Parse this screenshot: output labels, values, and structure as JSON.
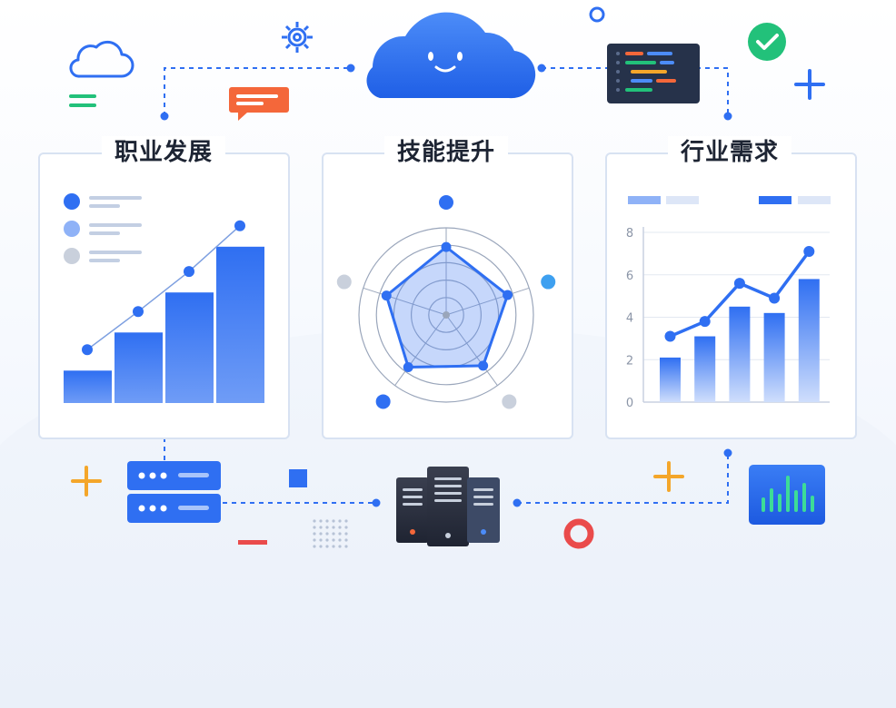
{
  "colors": {
    "primary": "#2f6ff2",
    "primary_light": "#8fb2f7",
    "grey": "#c9d0dc",
    "orange": "#f4a62a",
    "red": "#ea4b4b",
    "green": "#22c17a",
    "dark": "#26324a"
  },
  "panels": [
    {
      "title": "职业发展"
    },
    {
      "title": "技能提升"
    },
    {
      "title": "行业需求"
    }
  ],
  "career_growth": {
    "legend_dots": [
      "primary",
      "primary_light",
      "grey"
    ],
    "bar_levels": [
      0.17,
      0.37,
      0.58,
      0.82
    ],
    "trend_levels": [
      0.28,
      0.48,
      0.69,
      0.93
    ]
  },
  "skill_radar": {
    "axes": 5,
    "levels": [
      0.78,
      0.74,
      0.72,
      0.74,
      0.72
    ]
  },
  "chart_data": {
    "type": "bar",
    "categories": [
      "",
      "",
      "",
      "",
      ""
    ],
    "ylim": [
      0,
      8
    ],
    "yticks": [
      "0",
      "2",
      "4",
      "6",
      "8"
    ],
    "series": [
      {
        "values": [
          2.1,
          3.1,
          4.5,
          4.2,
          5.8
        ]
      },
      {
        "values": [
          3.1,
          3.8,
          5.6,
          4.9,
          7.1
        ]
      }
    ],
    "grid": true
  },
  "icons": [
    "cloud-outline-icon",
    "gear-icon",
    "cloud-mascot-icon",
    "ring-icon",
    "code-window-icon",
    "check-circle-icon",
    "plus-icon",
    "server-rack-icon",
    "server-tower-icon",
    "bar-chart-tile-icon",
    "target-ring-icon",
    "minus-icon",
    "chat-bubble-icon",
    "equals-icon",
    "dot-grid-icon",
    "square-icon"
  ]
}
